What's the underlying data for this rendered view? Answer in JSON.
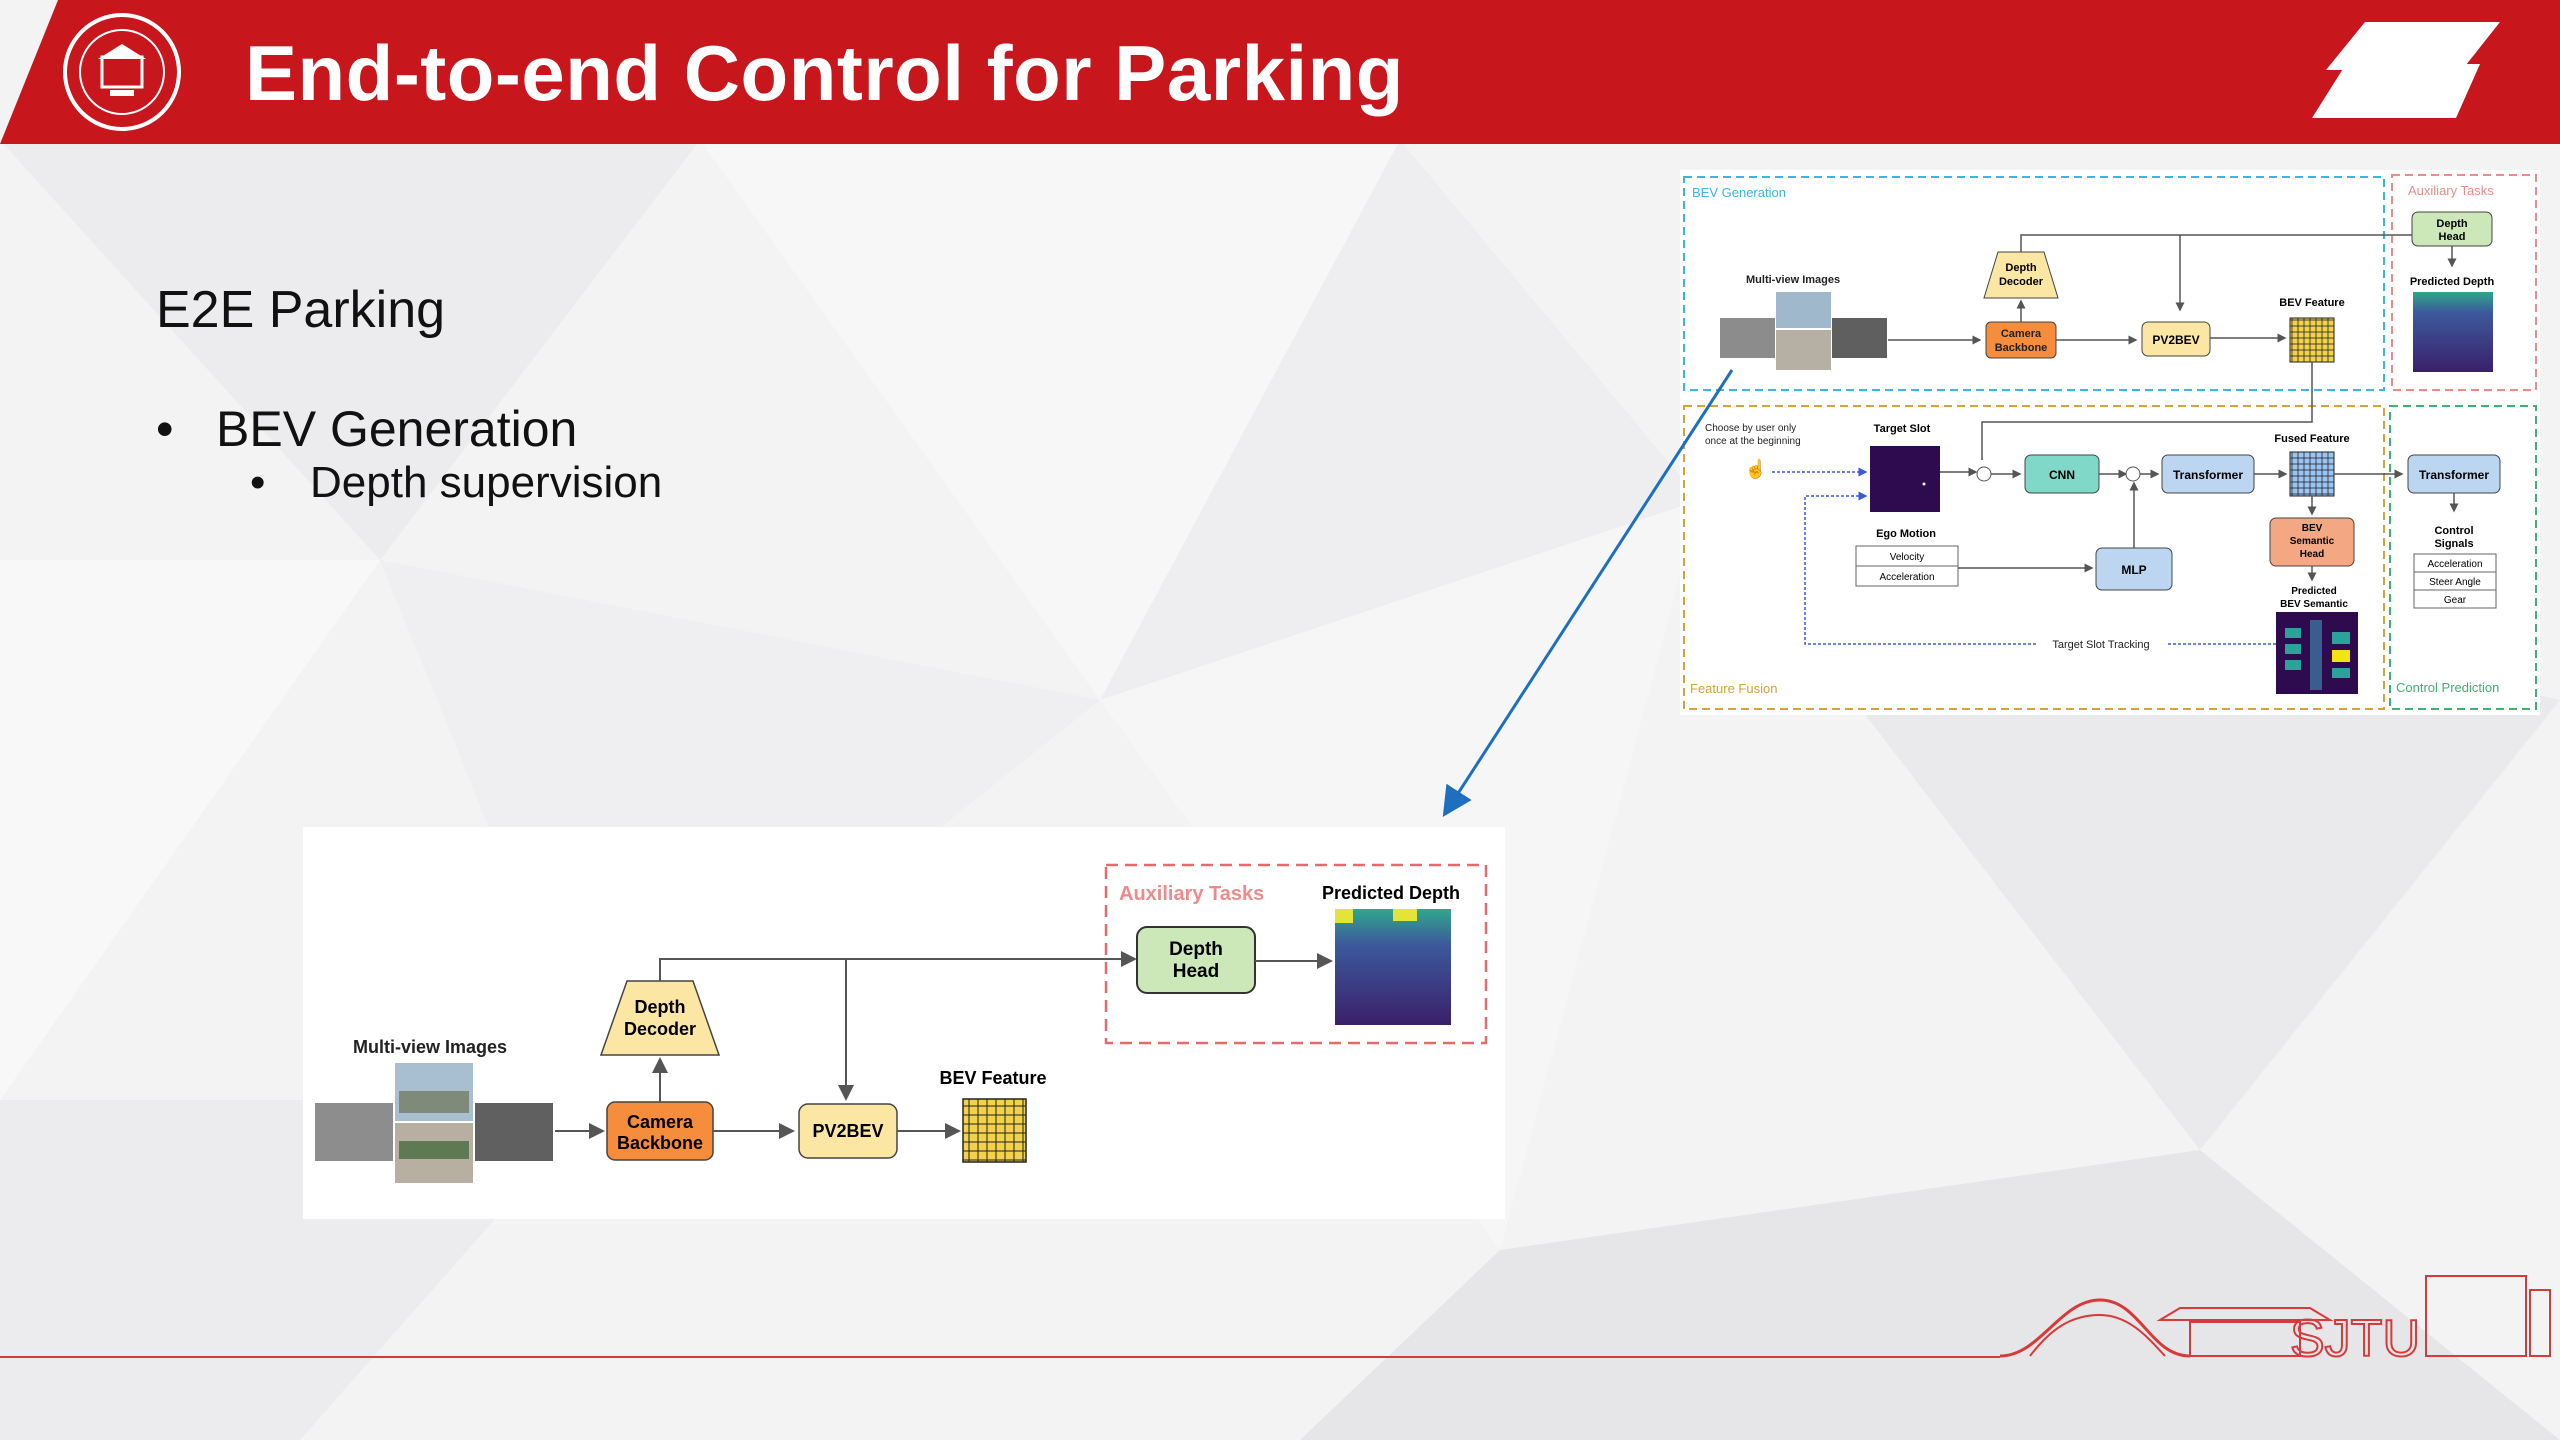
{
  "header": {
    "title": "End-to-end Control for Parking",
    "brand_color": "#c8161d"
  },
  "content": {
    "heading": "E2E Parking",
    "bullets": [
      {
        "text": "BEV Generation",
        "marker": "•"
      },
      {
        "text": "Depth supervision",
        "marker": "•"
      }
    ]
  },
  "figure_small": {
    "section_bev": "BEV Generation",
    "section_aux": "Auxiliary Tasks",
    "section_fusion": "Feature Fusion",
    "section_control": "Control Prediction",
    "multi_view": "Multi-view Images",
    "depth_decoder": [
      "Depth",
      "Decoder"
    ],
    "camera_backbone": [
      "Camera",
      "Backbone"
    ],
    "pv2bev": "PV2BEV",
    "bev_feature": "BEV Feature",
    "depth_head": [
      "Depth",
      "Head"
    ],
    "predicted_depth": "Predicted Depth",
    "choose_note": [
      "Choose by user only",
      "once at the beginning"
    ],
    "target_slot": "Target Slot",
    "cnn": "CNN",
    "transformer": "Transformer",
    "fused_feature": "Fused Feature",
    "ego_motion": "Ego Motion",
    "velocity": "Velocity",
    "acceleration": "Acceleration",
    "mlp": "MLP",
    "bev_semantic_head": [
      "BEV",
      "Semantic",
      "Head"
    ],
    "predicted_bev_semantic": [
      "Predicted",
      "BEV Semantic"
    ],
    "target_slot_tracking": "Target Slot Tracking",
    "control_signals": [
      "Control",
      "Signals"
    ],
    "controls": [
      "Acceleration",
      "Steer Angle",
      "Gear"
    ]
  },
  "figure_big": {
    "multi_view": "Multi-view Images",
    "depth_decoder": [
      "Depth",
      "Decoder"
    ],
    "camera_backbone": [
      "Camera",
      "Backbone"
    ],
    "pv2bev": "PV2BEV",
    "bev_feature": "BEV Feature",
    "aux_tasks": "Auxiliary Tasks",
    "depth_head": [
      "Depth",
      "Head"
    ],
    "predicted_depth": "Predicted Depth"
  },
  "footer": {
    "brand": "SJTU"
  }
}
